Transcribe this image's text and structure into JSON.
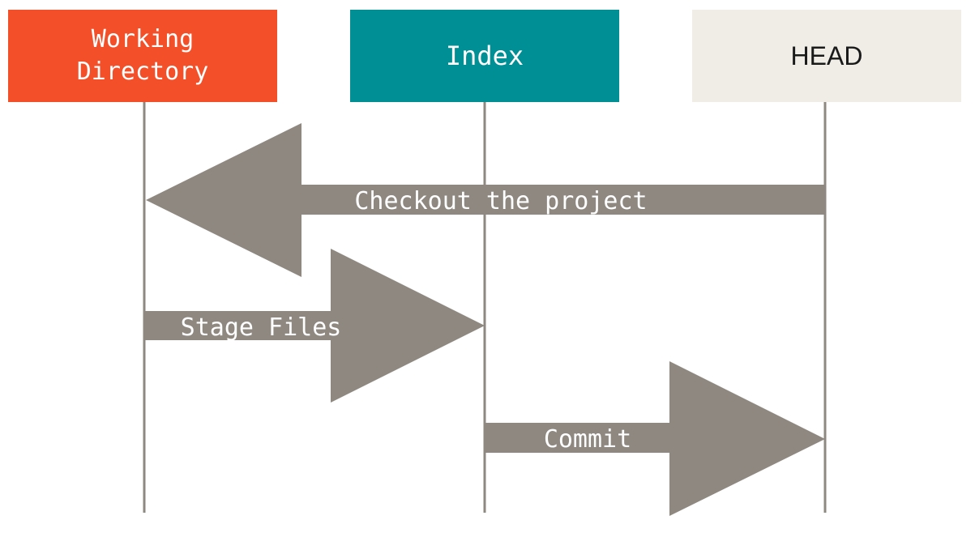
{
  "columns": [
    {
      "id": "working",
      "label": "Working\nDirectory",
      "color": "#f34f29",
      "text_color": "#ffffff"
    },
    {
      "id": "index",
      "label": "Index",
      "color": "#008f95",
      "text_color": "#ffffff"
    },
    {
      "id": "head",
      "label": "HEAD",
      "color": "#efede6",
      "text_color": "#1a1a1a"
    }
  ],
  "arrows": [
    {
      "id": "checkout",
      "label": "Checkout the project",
      "from": "head",
      "to": "working"
    },
    {
      "id": "stage",
      "label": "Stage Files",
      "from": "working",
      "to": "index"
    },
    {
      "id": "commit",
      "label": "Commit",
      "from": "index",
      "to": "head"
    }
  ],
  "colors": {
    "arrow": "#8e8880",
    "lifeline": "#8e8880",
    "background": "#ffffff"
  }
}
